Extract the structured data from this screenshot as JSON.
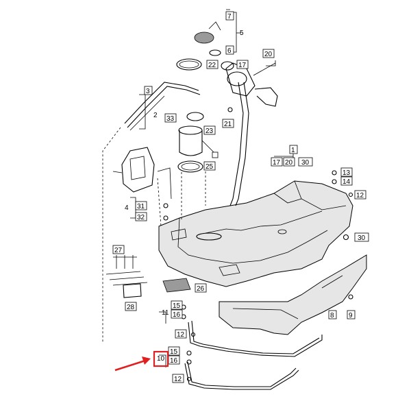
{
  "labels": {
    "l1": "1",
    "l2": "2",
    "l3": "3",
    "l4": "4",
    "l5": "5",
    "l6": "6",
    "l7": "7",
    "l8": "8",
    "l9": "9",
    "l10": "10",
    "l11": "11",
    "l12a": "12",
    "l12b": "12",
    "l12c": "12",
    "l13": "13",
    "l14": "14",
    "l15a": "15",
    "l15b": "15",
    "l16a": "16",
    "l16b": "16",
    "l17a": "17",
    "l17b": "17",
    "l20a": "20",
    "l20b": "20",
    "l21": "21",
    "l22": "22",
    "l23": "23",
    "l25": "25",
    "l26": "26",
    "l27": "27",
    "l28": "28",
    "l30a": "30",
    "l30b": "30",
    "l31": "31",
    "l32": "32",
    "l33": "33"
  },
  "highlight": {
    "color": "#e02020",
    "target_label": "10"
  },
  "icons": [
    "red-arrow-icon",
    "highlight-box"
  ]
}
